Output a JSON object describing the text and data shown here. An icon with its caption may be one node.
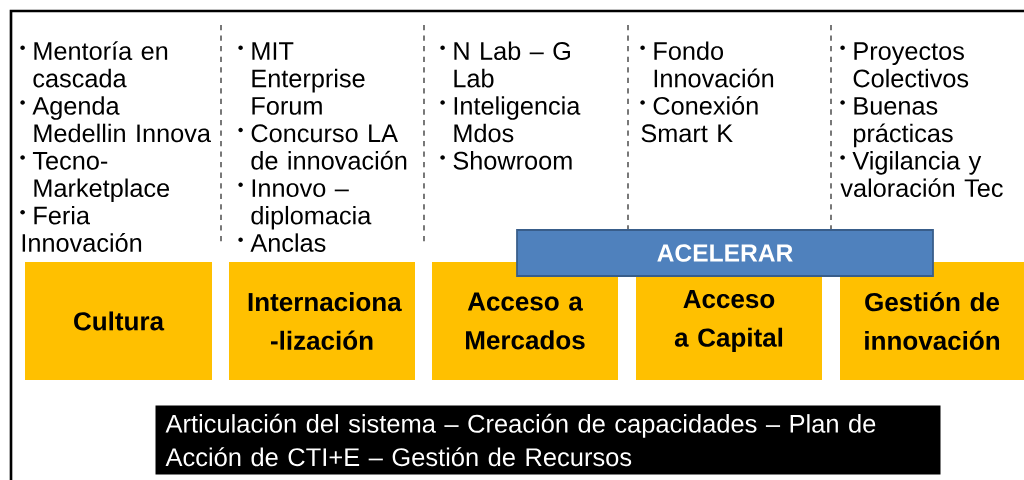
{
  "diagram": {
    "nodes": [
      {
        "text": [
          "ACELERAR"
        ]
      },
      {
        "text": [
          "Cultura"
        ]
      },
      {
        "text": [
          "Internaciona -lización"
        ]
      },
      {
        "text": [
          "Acceso a Mercados"
        ]
      },
      {
        "text": [
          "Acceso a Capital"
        ]
      },
      {
        "text": [
          "Gestión de innovación"
        ]
      },
      {
        "text": [
          "Articulación del sistema – Creación de capacidades – Plan de Acción de CTI+E – Gestión de Recursos"
        ]
      }
    ],
    "edges": [],
    "labels": [
      "Mentoría en cascada",
      "Agenda Medellin Innova",
      "Tecno- Marketplace",
      "Feria Innovación",
      "MIT Enterprise Forum",
      "Concurso LA de innovación",
      "Innovo – diplomacia",
      "Anclas",
      "N Lab – G Lab",
      "Inteligencia Mdos",
      "Showroom",
      "Fondo Innovación",
      "Conexión Smart K",
      "Proyectos Colectivos",
      "Buenas prácticas",
      "Vigilancia y valoración Tec"
    ]
  }
}
